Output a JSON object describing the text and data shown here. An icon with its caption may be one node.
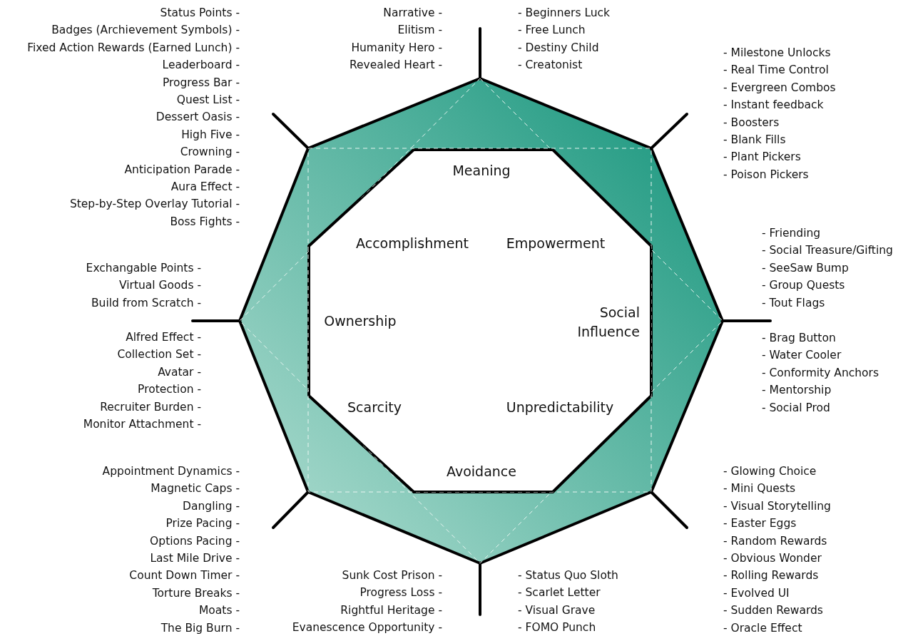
{
  "diagram": {
    "nodes": [
      {
        "text": [
          "Meaning",
          "Accomplishment",
          "Empowerment",
          "Ownership",
          "Social Influence",
          "Scarcity",
          "Unpredictability",
          "Avoidance"
        ]
      }
    ],
    "labels": [
      "Status Points -",
      "Badges (Archievement Symbols) -",
      "Fixed Action Rewards (Earned Lunch) -",
      "Leaderboard -",
      "Progress Bar -",
      "Quest List -",
      "Dessert Oasis -",
      "High Five -",
      "Crowning -",
      "Anticipation Parade -",
      "Aura Effect -",
      "Step-by-Step Overlay Tutorial -",
      "Boss Fights -",
      "Narrative -",
      "Elitism -",
      "Humanity Hero -",
      "Revealed Heart -",
      "- Beginners Luck",
      "- Free Lunch",
      "- Destiny Child",
      "- Creatonist",
      "- Milestone Unlocks",
      "- Real Time Control",
      "- Evergreen Combos",
      "- Instant feedback",
      "- Boosters",
      "- Blank Fills",
      "- Plant Pickers",
      "- Poison Pickers",
      "Exchangable Points -",
      "Virtual Goods -",
      "Build from Scratch -",
      "- Friending",
      "- Social Treasure/Gifting",
      "- SeeSaw Bump",
      "- Group Quests",
      "- Tout Flags",
      "Alfred Effect -",
      "Collection Set -",
      "Avatar -",
      "Protection -",
      "Recruiter Burden -",
      "Monitor Attachment -",
      "- Brag Button",
      "- Water Cooler",
      "- Conformity Anchors",
      "- Mentorship",
      "- Social Prod",
      "Appointment Dynamics -",
      "Magnetic Caps -",
      "Dangling -",
      "Prize Pacing -",
      "Options Pacing -",
      "Last Mile Drive -",
      "Count Down Timer -",
      "Torture Breaks -",
      "Moats -",
      "The Big Burn -",
      "Sunk Cost Prison -",
      "Progress Loss -",
      "Rightful Heritage -",
      "Evanescence Opportunity -",
      "- Status Quo Sloth",
      "- Scarlet Letter",
      "- Visual Grave",
      "- FOMO Punch",
      "- Glowing Choice",
      "- Mini Quests",
      "- Visual Storytelling",
      "- Easter Eggs",
      "- Random Rewards",
      "- Obvious Wonder",
      "- Rolling Rewards",
      "- Evolved UI",
      "- Sudden Rewards",
      "- Oracle Effect"
    ]
  }
}
